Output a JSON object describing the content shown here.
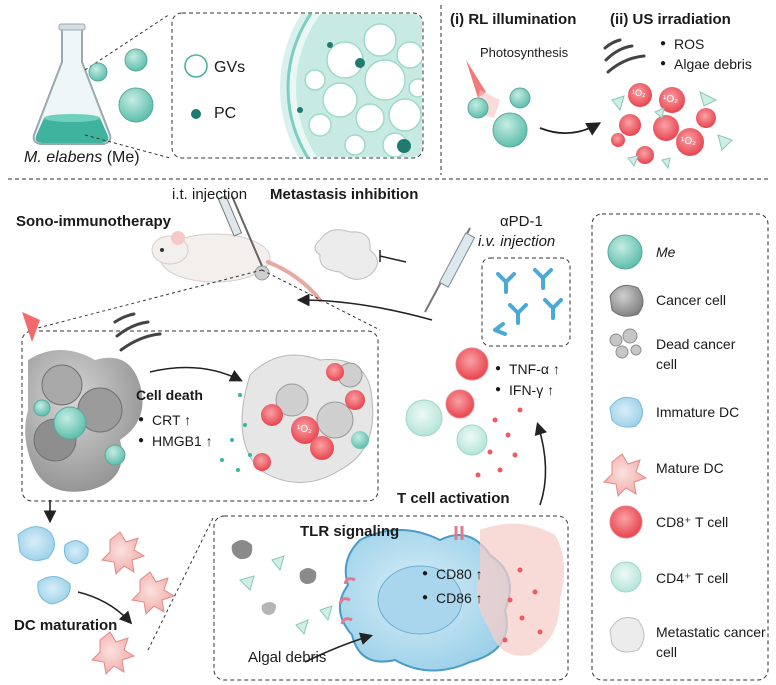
{
  "top_left": {
    "organism_name": "M. elabens",
    "organism_abbrev": "(Me)",
    "legend_gvs": "GVs",
    "legend_pc": "PC"
  },
  "top_right": {
    "step1": "(i) RL illumination",
    "photosynthesis": "Photosynthesis",
    "step2": "(ii) US irradiation",
    "bullet_ros": "ROS",
    "bullet_debris": "Algae debris",
    "singlet_oxygen": "¹O₂"
  },
  "main": {
    "it_injection": "i.t. injection",
    "metastasis_inhibition": "Metastasis inhibition",
    "sono_immunotherapy": "Sono-immunotherapy",
    "apd1": "αPD-1",
    "iv_injection": "i.v. injection",
    "tnf": "TNF-α ↑",
    "ifn": "IFN-γ ↑",
    "cell_death": "Cell death",
    "crt": "CRT ↑",
    "hmgb1": "HMGB1 ↑",
    "t_cell_activation": "T cell activation",
    "dc_maturation": "DC maturation",
    "tlr_signaling": "TLR signaling",
    "cd80": "CD80 ↑",
    "cd86": "CD86 ↑",
    "algal_debris": "Algal debris"
  },
  "legend": [
    {
      "label": "Me",
      "icon": "alga-cell-icon",
      "color": "#7fcfc0"
    },
    {
      "label": "Cancer cell",
      "icon": "cancer-cell-icon",
      "color": "#8a8a8a"
    },
    {
      "label": "Dead cancer cell",
      "icon": "dead-cancer-cell-icon",
      "color": "#b5b5b5"
    },
    {
      "label": "Immature DC",
      "icon": "immature-dc-icon",
      "color": "#bfe3f2"
    },
    {
      "label": "Mature DC",
      "icon": "mature-dc-icon",
      "color": "#f5c0bd"
    },
    {
      "label": "CD8⁺ T cell",
      "icon": "cd8-t-cell-icon",
      "color": "#ee5a63"
    },
    {
      "label": "CD4⁺ T cell",
      "icon": "cd4-t-cell-icon",
      "color": "#bfe9df"
    },
    {
      "label": "Metastatic cancer cell",
      "icon": "metastatic-cell-icon",
      "color": "#e0e0e0"
    }
  ]
}
